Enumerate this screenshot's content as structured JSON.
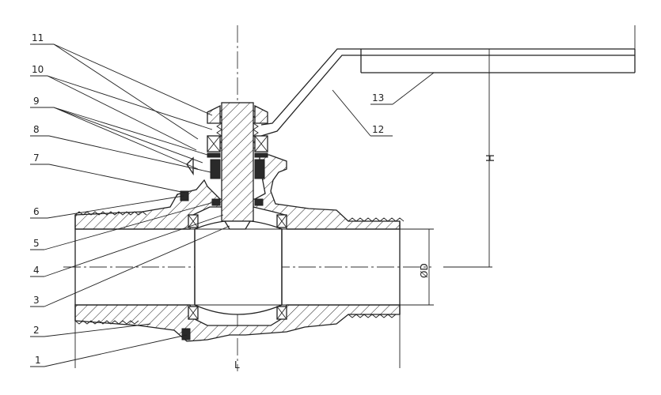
{
  "callouts": [
    {
      "id": "c11",
      "label": "11"
    },
    {
      "id": "c10",
      "label": "10"
    },
    {
      "id": "c9",
      "label": "9"
    },
    {
      "id": "c8",
      "label": "8"
    },
    {
      "id": "c7",
      "label": "7"
    },
    {
      "id": "c6",
      "label": "6"
    },
    {
      "id": "c5",
      "label": "5"
    },
    {
      "id": "c4",
      "label": "4"
    },
    {
      "id": "c3",
      "label": "3"
    },
    {
      "id": "c2",
      "label": "2"
    },
    {
      "id": "c1",
      "label": "1"
    },
    {
      "id": "c12",
      "label": "12"
    },
    {
      "id": "c13",
      "label": "13"
    }
  ],
  "dimensions": {
    "height_label": "H",
    "bore_label": "ØD",
    "length_label": "L"
  }
}
